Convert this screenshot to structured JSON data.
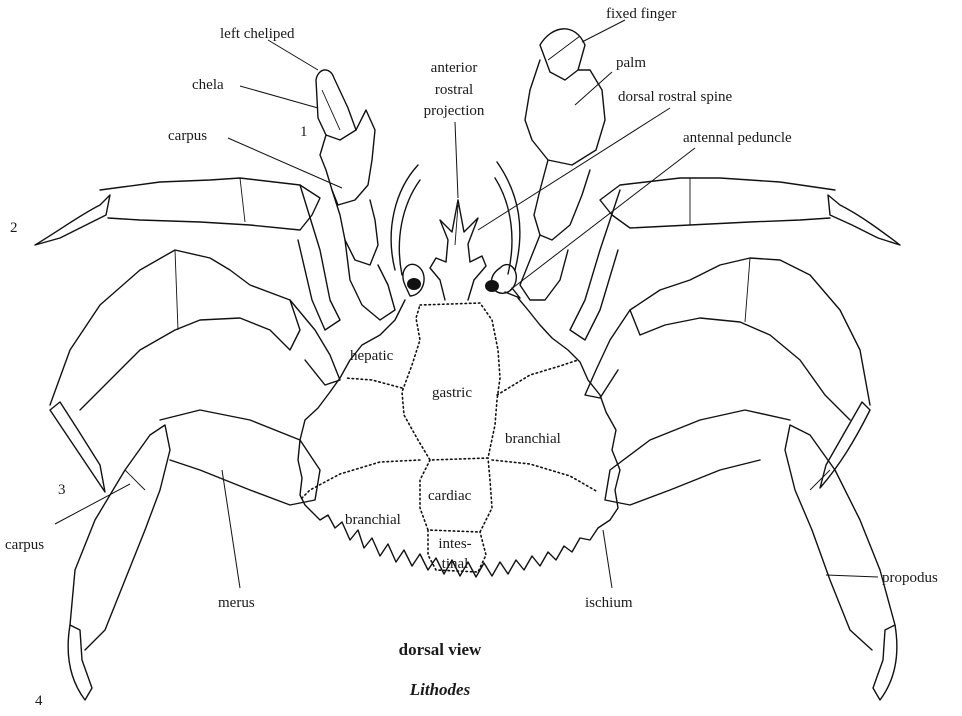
{
  "labels": {
    "left_cheliped": "left cheliped",
    "chela": "chela",
    "carpus_upper": "carpus",
    "fixed_finger": "fixed finger",
    "palm": "palm",
    "anterior_rostral_projection": [
      "anterior",
      "rostral",
      "projection"
    ],
    "dorsal_rostral_spine": "dorsal rostral spine",
    "antennal_peduncle": "antennal peduncle",
    "hepatic": "hepatic",
    "gastric": "gastric",
    "branchial_right": "branchial",
    "branchial_left": "branchial",
    "cardiac": "cardiac",
    "intestinal": [
      "intes-",
      "tinal"
    ],
    "carpus_lower": "carpus",
    "merus": "merus",
    "ischium": "ischium",
    "propodus": "propodus"
  },
  "leg_numbers": [
    "1",
    "2",
    "3",
    "4"
  ],
  "caption": {
    "view": "dorsal view",
    "genus": "Lithodes"
  }
}
